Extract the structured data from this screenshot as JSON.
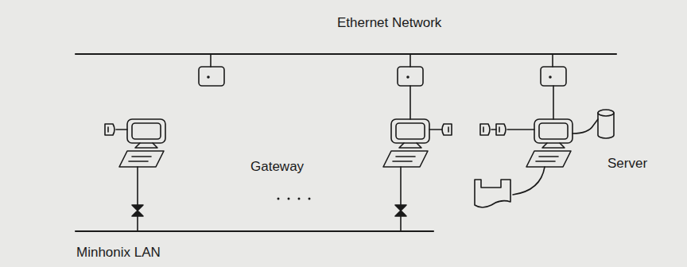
{
  "diagram": {
    "labels": [
      "Ethernet Network",
      "Gateway",
      "Server",
      "Minhonix LAN"
    ]
  }
}
